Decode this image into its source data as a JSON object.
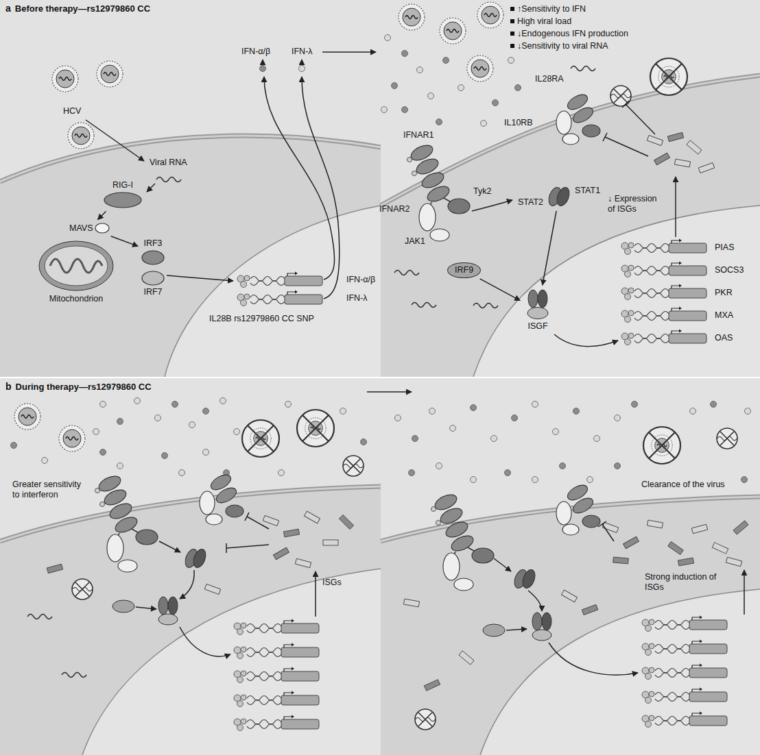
{
  "diagram": {
    "nodes": [
      {
        "text": [
          "a",
          "Before therapy—rs12979860 CC"
        ]
      },
      {
        "text": [
          "RIG-I"
        ],
        "in": 0
      },
      {
        "text": [
          "MAVS"
        ],
        "in": 0
      },
      {
        "text": [
          "IRF3"
        ],
        "in": 0
      },
      {
        "text": [
          "IRF7"
        ],
        "in": 0
      },
      {
        "text": [
          "Mitochondrion"
        ],
        "in": 0
      },
      {
        "text": [
          "STAT1",
          "STAT2"
        ],
        "in": 0
      },
      {
        "text": [
          "IRF9"
        ],
        "in": 0
      },
      {
        "text": [
          "ISGF"
        ],
        "in": 0
      },
      {
        "text": [
          "b",
          "During therapy—rs12979860 CC"
        ]
      }
    ],
    "edges": [
      {
        "from": 1,
        "to": 2,
        "arrow": "to"
      },
      {
        "from": 2,
        "to": 3,
        "arrow": "to"
      },
      {
        "from": 6,
        "to": 8,
        "arrow": "to"
      },
      {
        "from": 7,
        "to": 8,
        "arrow": "to"
      }
    ],
    "labels": [
      "↑Sensitivity to IFN",
      "High viral load",
      "↓Endogenous IFN production",
      "↓Sensitivity to viral RNA",
      "IFN-α/β",
      "IFN-λ",
      "HCV",
      "Viral RNA",
      "IFN-α/β",
      "IFN-λ",
      "IL28B rs12979860 CC SNP",
      "IL28RA",
      "IL10RB",
      "IFNAR1",
      "IFNAR2",
      "Tyk2",
      "JAK1",
      "↓ Expression of ISGs",
      "PIAS",
      "SOCS3",
      "PKR",
      "MXA",
      "OAS",
      "Greater sensitivity to interferon",
      "ISGs",
      "Clearance of the virus",
      "Strong induction of ISGs"
    ]
  }
}
